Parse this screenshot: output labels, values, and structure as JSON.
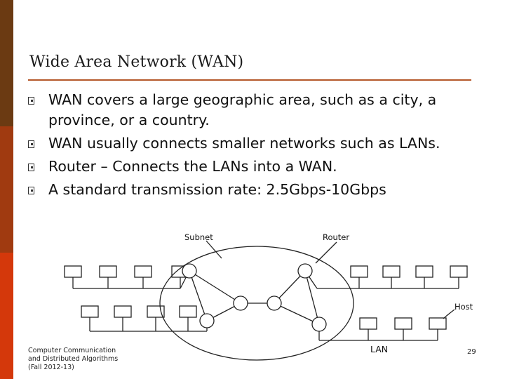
{
  "slide": {
    "title": "Wide Area Network (WAN)",
    "bullets": [
      "WAN covers a large geographic area, such as a city, a province, or a country.",
      "WAN usually connects smaller networks such as LANs.",
      "Router – Connects the LANs into a WAN.",
      "A standard transmission rate: 2.5Gbps-10Gbps"
    ]
  },
  "diagram": {
    "labels": {
      "subnet": "Subnet",
      "router": "Router",
      "host": "Host",
      "lan": "LAN"
    }
  },
  "footer": {
    "line1": "Computer Communication",
    "line2": "and Distributed Algorithms",
    "line3": "(Fall 2012-13)",
    "page_number": "29"
  },
  "colors": {
    "strip": [
      "#6b3a12",
      "#a03a10",
      "#c9430f",
      "#d4380b"
    ],
    "rule": "#b5582a"
  }
}
